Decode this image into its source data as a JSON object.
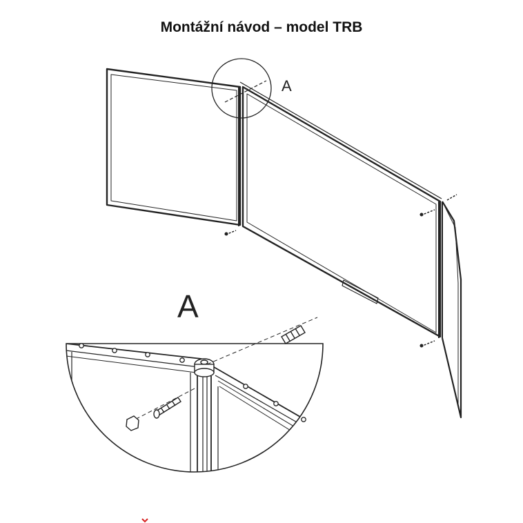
{
  "title": "Montážní návod – model TRB",
  "labels": {
    "detail_marker": "A",
    "detail_heading": "A"
  },
  "colors": {
    "line": "#222222",
    "accent": "#d62020"
  },
  "icons": [
    "screw-icon",
    "wall-plug-icon",
    "screw-cap-icon"
  ]
}
